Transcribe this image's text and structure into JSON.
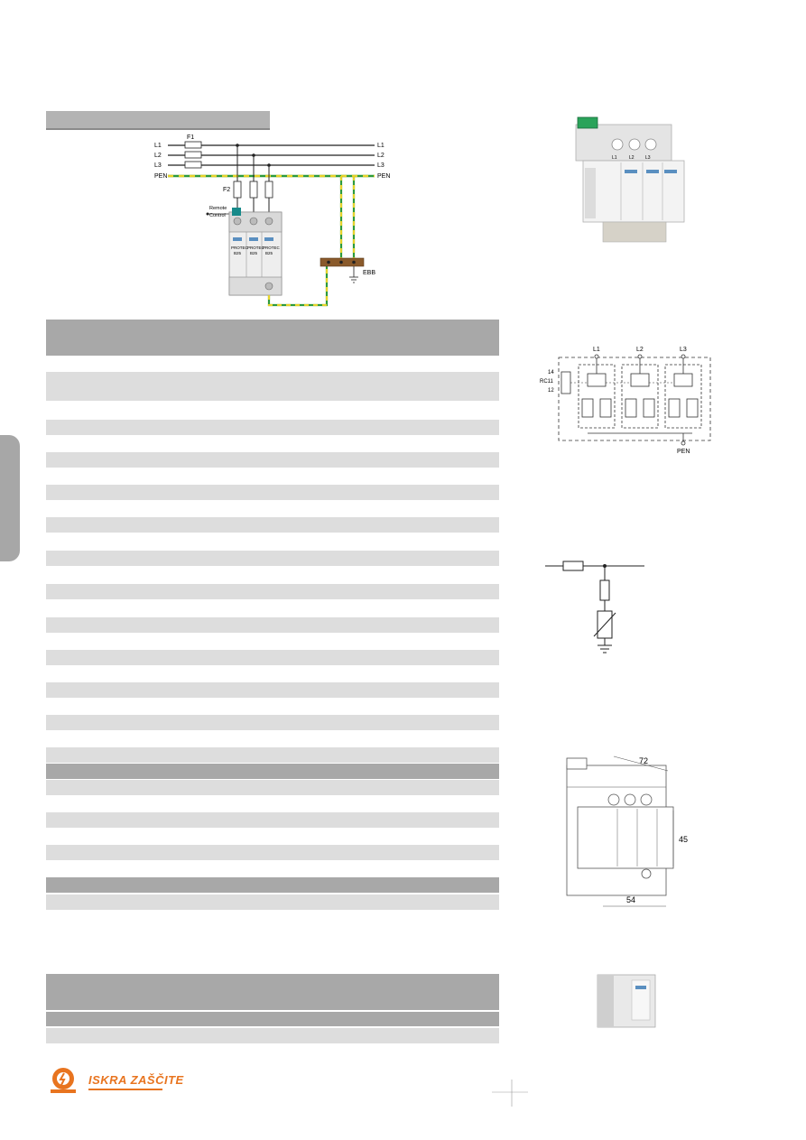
{
  "wiring": {
    "lines_left": [
      "L1",
      "L2",
      "L3",
      "PEN"
    ],
    "lines_right": [
      "L1",
      "L2",
      "L3",
      "PEN"
    ],
    "fuse1": "F1",
    "fuse2": "F2",
    "remote": "Remote",
    "control": "Control",
    "ebb": "EBB",
    "module_brand": "PROTEC",
    "module_codes": [
      "B25",
      "B25",
      "B25"
    ]
  },
  "photo_top": {
    "terminal_labels": [
      "L1",
      "L2",
      "L3"
    ]
  },
  "schematic": {
    "phase_labels": [
      "L1",
      "L2",
      "L3"
    ],
    "contact_labels": [
      "14",
      "RC11",
      "12"
    ],
    "pen": "PEN"
  },
  "dimensions": {
    "width": "72",
    "height": "45",
    "base": "54"
  },
  "colors": {
    "logo_orange": "#e8741f",
    "earth_green": "#2e9a3a",
    "earth_yellow": "#e6d22a",
    "module_teal": "#178a8a"
  },
  "logo": {
    "brand": "ISKRA ZAŠČITE"
  }
}
